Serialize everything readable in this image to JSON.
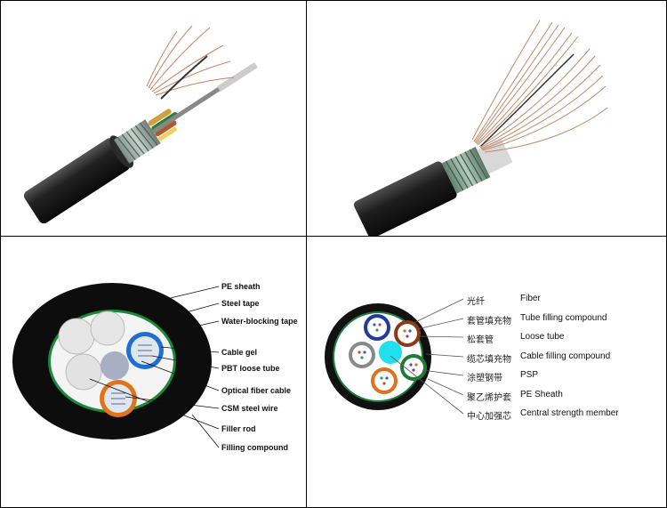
{
  "panel3": {
    "labels": [
      "PE sheath",
      "Steel tape",
      "Water-blocking tape",
      "Cable gel",
      "PBT loose tube",
      "Optical fiber cable",
      "CSM steel wire",
      "Filler rod",
      "Filling compound"
    ]
  },
  "panel4": {
    "labels_zh": [
      "光纤",
      "套管填充物",
      "松套管",
      "缆芯填充物",
      "涂塑钢带",
      "聚乙烯护套",
      "中心加强芯"
    ],
    "labels_en": [
      "Fiber",
      "Tube filling compound",
      "Loose tube",
      "Cable filling compound",
      "PSP",
      "PE Sheath",
      "Central strength member"
    ]
  }
}
